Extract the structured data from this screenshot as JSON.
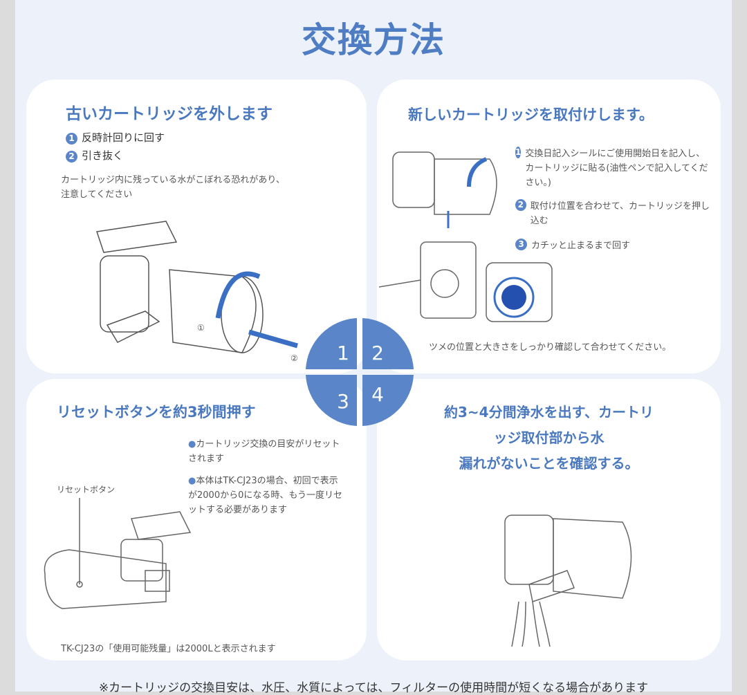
{
  "title": "交換方法",
  "accent": "#4f7dc4",
  "step1": {
    "heading": "古いカートリッジを外します",
    "items": [
      "反時計回りに回す",
      "引き抜く"
    ],
    "note": "カートリッジ内に残っている水がこぼれる恐れがあり、注意してください",
    "marks": [
      "①",
      "②"
    ]
  },
  "step2": {
    "heading": "新しいカートリッジを取付けします。",
    "items": [
      "交換日記入シールにご使用開始日を記入し、カートリッジに貼る(油性ペンで記入してください。)",
      "取付け位置を合わせて、カートリッジを押し込む",
      "カチッと止まるまで回す"
    ],
    "note": "ツメの位置と大きさをしっかり確認して合わせてください。"
  },
  "step3": {
    "heading": "リセットボタンを約3秒間押す",
    "bullets": [
      "カートリッジ交換の目安がリセットされます",
      "本体はTK-CJ23の場合、初回で表示が2000から0になる時、もう一度リセットする必要があります"
    ],
    "label": "リセットボタン",
    "note": "TK-CJ23の「使用可能残量」は2000Lと表示されます"
  },
  "step4": {
    "heading_lines": [
      "約3~4分間浄水を出す、カートリ",
      "ッジ取付部から水",
      "漏れがないことを確認する。"
    ]
  },
  "steps": [
    "1",
    "2",
    "3",
    "4"
  ],
  "footnote": "※カートリッジの交換目安は、水圧、水質によっては、フィルターの使用時間が短くなる場合があります"
}
